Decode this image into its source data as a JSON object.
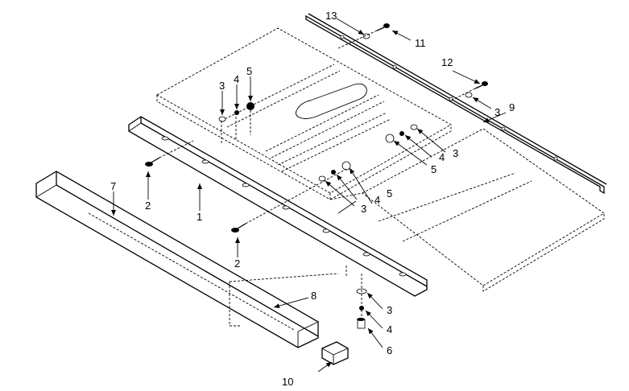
{
  "callouts": {
    "c1": "1",
    "c2a": "2",
    "c2b": "2",
    "c3a": "3",
    "c3b": "3",
    "c3c": "3",
    "c3d": "3",
    "c3e": "3",
    "c4a": "4",
    "c4b": "4",
    "c4c": "4",
    "c4d": "4",
    "c5a": "5",
    "c5b": "5",
    "c5c": "5",
    "c6": "6",
    "c7": "7",
    "c8": "8",
    "c9": "9",
    "c10": "10",
    "c11": "11",
    "c12": "12",
    "c13": "13"
  }
}
